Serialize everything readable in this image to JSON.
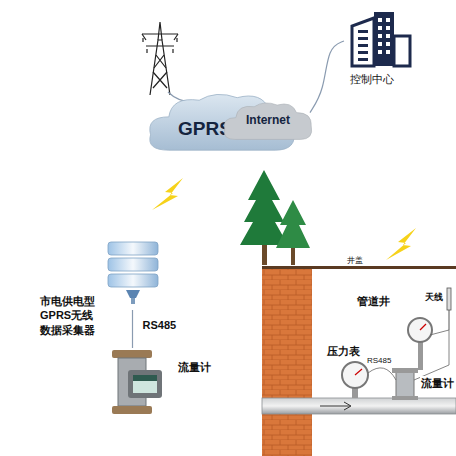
{
  "diagram": {
    "nodes": [
      {
        "text": [
          "GPRS"
        ]
      },
      {
        "text": [
          "Internet"
        ]
      },
      {
        "text": [
          "控制中心"
        ]
      },
      {
        "text": [
          "市电供电型 GPRS无线 数据采集器"
        ]
      },
      {
        "text": [
          "流量计"
        ]
      }
    ],
    "edges": [
      {
        "from": 1,
        "to": 2,
        "arrow": "none"
      },
      {
        "from": 3,
        "to": 4,
        "label": "RS485",
        "arrow": "none"
      }
    ],
    "labels": [
      "井盖",
      "管道井",
      "天线",
      "压力表",
      "RS485",
      "流量计"
    ]
  }
}
